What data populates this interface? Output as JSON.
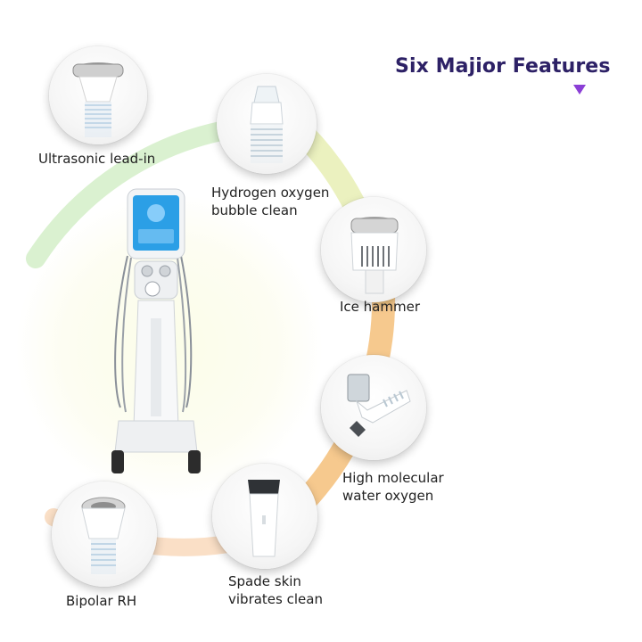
{
  "title": "Six Majior Features",
  "features": [
    {
      "lines": [
        "Ultrasonic lead-in"
      ],
      "icon": "ultrasonic-probe-icon"
    },
    {
      "lines": [
        "Hydrogen oxygen",
        "bubble clean"
      ],
      "icon": "hydrogen-oxygen-tip-icon"
    },
    {
      "lines": [
        "Ice hammer"
      ],
      "icon": "ice-hammer-icon"
    },
    {
      "lines": [
        "High molecular",
        "water oxygen"
      ],
      "icon": "oxygen-sprayer-icon"
    },
    {
      "lines": [
        "Spade skin",
        "vibrates clean"
      ],
      "icon": "spade-scrubber-icon"
    },
    {
      "lines": [
        "Bipolar RH"
      ],
      "icon": "bipolar-rf-probe-icon"
    }
  ],
  "colors": {
    "title": "#2d2166",
    "marker": "#8b3fd6",
    "ring_green": "#bfe7b6",
    "ring_yellow": "#f3dc86",
    "ring_orange": "#f3b36b"
  }
}
